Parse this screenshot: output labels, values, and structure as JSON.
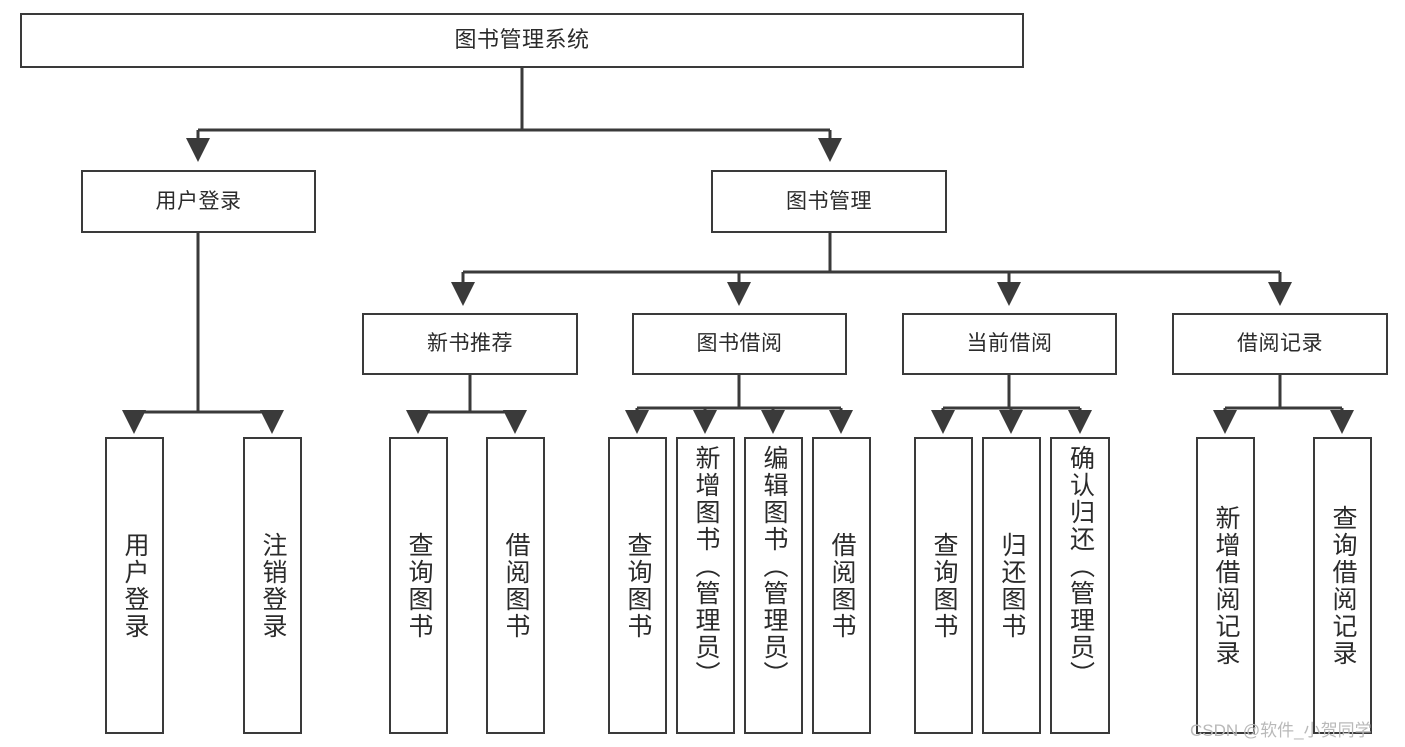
{
  "diagram": {
    "title": "图书管理系统",
    "watermark": "CSDN @软件_小贺同学",
    "colors": {
      "stroke": "#3a3a3a",
      "background": "#ffffff",
      "text": "#2b2b2b",
      "watermark": "#b9b9b9"
    },
    "root": {
      "label": "图书管理系统"
    },
    "level2": [
      {
        "label": "用户登录"
      },
      {
        "label": "图书管理"
      }
    ],
    "level3": [
      {
        "label": "新书推荐"
      },
      {
        "label": "图书借阅"
      },
      {
        "label": "当前借阅"
      },
      {
        "label": "借阅记录"
      }
    ],
    "leaves": {
      "user_login": [
        {
          "label": "用户登录"
        },
        {
          "label": "注销登录"
        }
      ],
      "new_book_recommend": [
        {
          "label": "查询图书"
        },
        {
          "label": "借阅图书"
        }
      ],
      "book_borrow": [
        {
          "label": "查询图书"
        },
        {
          "label": "新增图书（管理员）"
        },
        {
          "label": "编辑图书（管理员）"
        },
        {
          "label": "借阅图书"
        }
      ],
      "current_borrow": [
        {
          "label": "查询图书"
        },
        {
          "label": "归还图书"
        },
        {
          "label": "确认归还（管理员）"
        }
      ],
      "borrow_record": [
        {
          "label": "新增借阅记录"
        },
        {
          "label": "查询借阅记录"
        }
      ]
    }
  }
}
